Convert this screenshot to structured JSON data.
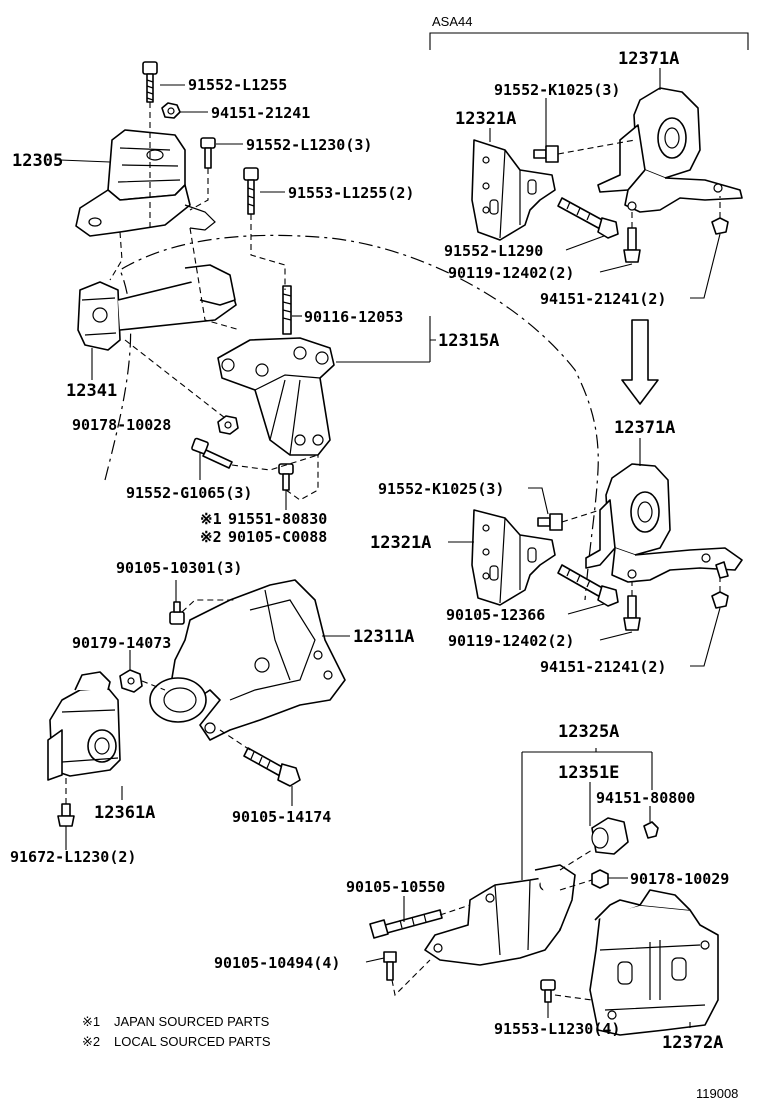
{
  "variant_label": "ASA44",
  "figure_number": "119008",
  "notes": [
    {
      "mark": "※1",
      "text": "JAPAN SOURCED PARTS"
    },
    {
      "mark": "※2",
      "text": "LOCAL SOURCED PARTS"
    }
  ],
  "labels": {
    "p91552_L1255": "91552-L1255",
    "p94151_21241_a": "94151-21241",
    "p12305": "12305",
    "p91552_L1230": "91552-L1230(3)",
    "p91553_L1255": "91553-L1255(2)",
    "p90116_12053": "90116-12053",
    "p12315A": "12315A",
    "p12341": "12341",
    "p90178_10028": "90178-10028",
    "p91552_G1065": "91552-G1065(3)",
    "p91551_80830": "91551-80830",
    "p90105_C0088": "90105-C0088",
    "p90105_10301": "90105-10301(3)",
    "p90179_14073": "90179-14073",
    "p12311A": "12311A",
    "p12361A": "12361A",
    "p90105_14174": "90105-14174",
    "p91672_L1230": "91672-L1230(2)",
    "p12371A_top": "12371A",
    "p91552_K1025_top": "91552-K1025(3)",
    "p12321A_top": "12321A",
    "p91552_L1290": "91552-L1290",
    "p90119_12402_top": "90119-12402(2)",
    "p94151_21241_top": "94151-21241(2)",
    "p12371A_bot": "12371A",
    "p91552_K1025_bot": "91552-K1025(3)",
    "p12321A_bot": "12321A",
    "p90105_12366": "90105-12366",
    "p90119_12402_bot": "90119-12402(2)",
    "p94151_21241_bot": "94151-21241(2)",
    "p12325A": "12325A",
    "p12351E": "12351E",
    "p94151_80800": "94151-80800",
    "p90178_10029": "90178-10029",
    "p90105_10550": "90105-10550",
    "p90105_10494": "90105-10494(4)",
    "p91553_L1230": "91553-L1230(4)",
    "p12372A": "12372A"
  }
}
